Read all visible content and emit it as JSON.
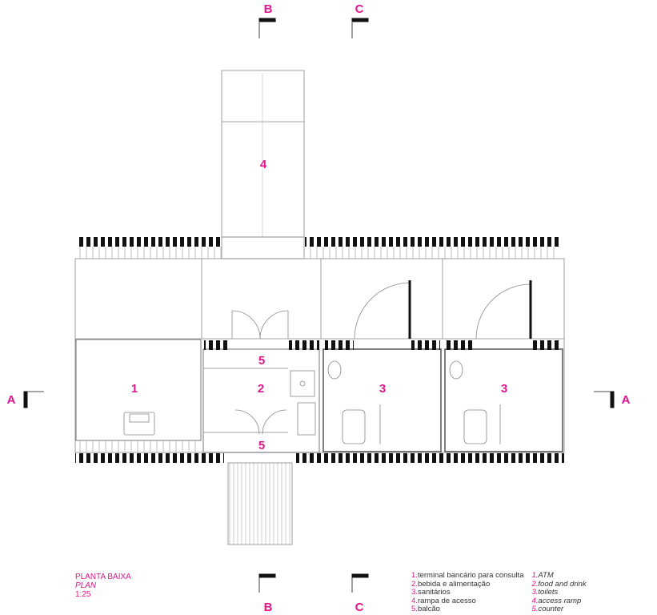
{
  "title": {
    "pt": "PLANTA BAIXA",
    "en": "PLAN",
    "scale": "1:25"
  },
  "rooms": {
    "r1": "1",
    "r2": "2",
    "r3a": "3",
    "r3b": "3",
    "r4": "4",
    "r5a": "5",
    "r5b": "5"
  },
  "sections": {
    "a": "A",
    "b": "B",
    "c": "C"
  },
  "legend_pt": [
    {
      "n": "1.",
      "t": "terminal bancário para consulta"
    },
    {
      "n": "2.",
      "t": "bebida e alimentação"
    },
    {
      "n": "3.",
      "t": "sanitários"
    },
    {
      "n": "4.",
      "t": "rampa de acesso"
    },
    {
      "n": "5.",
      "t": "balcão"
    }
  ],
  "legend_en": [
    {
      "n": "1.",
      "t": "ATM"
    },
    {
      "n": "2.",
      "t": "food and drink"
    },
    {
      "n": "3.",
      "t": "toilets"
    },
    {
      "n": "4.",
      "t": "access ramp"
    },
    {
      "n": "5.",
      "t": "counter"
    }
  ],
  "colors": {
    "accent": "#e0168a"
  }
}
